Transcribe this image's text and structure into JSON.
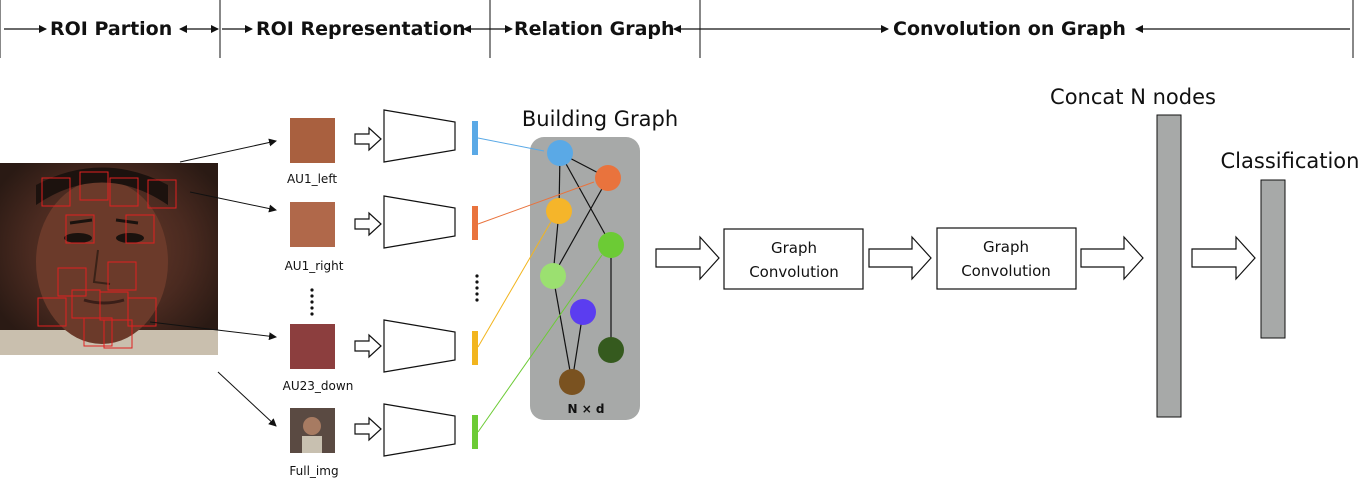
{
  "stages": [
    {
      "label": "ROI Partion"
    },
    {
      "label": "ROI Representation"
    },
    {
      "label": "Relation Graph"
    },
    {
      "label": "Convolution on Graph"
    }
  ],
  "rois": [
    {
      "label": "AU1_left",
      "patch_color": "#a9603f",
      "feature_color": "#5aa9e6"
    },
    {
      "label": "AU1_right",
      "patch_color": "#b0684a",
      "feature_color": "#e9733d"
    },
    {
      "label": "AU23_down",
      "patch_color": "#8c3e3e",
      "feature_color": "#f2b51e"
    },
    {
      "label": "Full_img",
      "patch_color": "#5a4a42",
      "feature_color": "#6ccb35"
    }
  ],
  "graph": {
    "title": "Building Graph",
    "size_label": "N × d",
    "node_colors": [
      "#5aa9e6",
      "#e9733d",
      "#f5b52a",
      "#6ccb35",
      "#9be070",
      "#5b3df0",
      "#355a1e",
      "#7a5220"
    ],
    "panel_color": "#a7a9a8"
  },
  "graph_conv": [
    {
      "label_line1": "Graph",
      "label_line2": "Convolution"
    },
    {
      "label_line1": "Graph",
      "label_line2": "Convolution"
    }
  ],
  "concat_label": "Concat N nodes",
  "classification_label": "Classification",
  "bar_color": "#a7a9a8"
}
